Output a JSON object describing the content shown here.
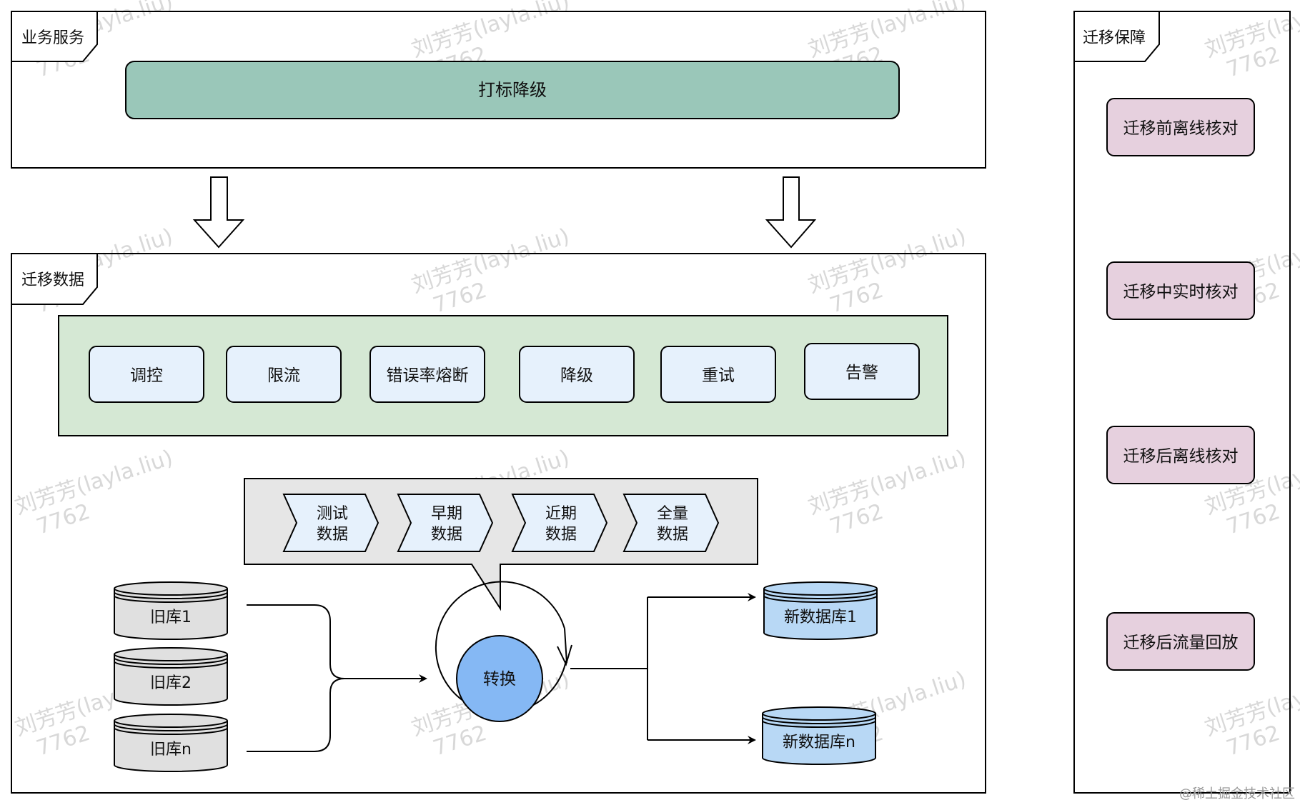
{
  "panels": {
    "business_service": "业务服务",
    "migrate_data": "迁移数据",
    "migration_guarantee": "迁移保障"
  },
  "business": {
    "tag_degrade": "打标降级"
  },
  "controls": [
    "调控",
    "限流",
    "错误率熔断",
    "降级",
    "重试",
    "告警"
  ],
  "phases": [
    [
      "测试",
      "数据"
    ],
    [
      "早期",
      "数据"
    ],
    [
      "近期",
      "数据"
    ],
    [
      "全量",
      "数据"
    ]
  ],
  "old_dbs": [
    "旧库1",
    "旧库2",
    "旧库n"
  ],
  "convert": "转换",
  "new_dbs": [
    "新数据库1",
    "新数据库n"
  ],
  "guarantee": [
    "迁移前离线核对",
    "迁移中实时核对",
    "迁移后离线核对",
    "迁移后流量回放"
  ],
  "watermark": {
    "line1": "刘芳芳(layla.liu)",
    "line2": "7762"
  },
  "footer": "@稀土掘金技术社区",
  "colors": {
    "green_bar": "#9ac7b9",
    "green_panel": "#d5e8d4",
    "blue_box": "#e6f1fc",
    "purple_box": "#e6d0de",
    "gray_callout": "#e6e6e6",
    "db_gray": "#e0e0e0",
    "db_blue": "#b8d8f5",
    "convert_blue": "#85b8f4"
  }
}
